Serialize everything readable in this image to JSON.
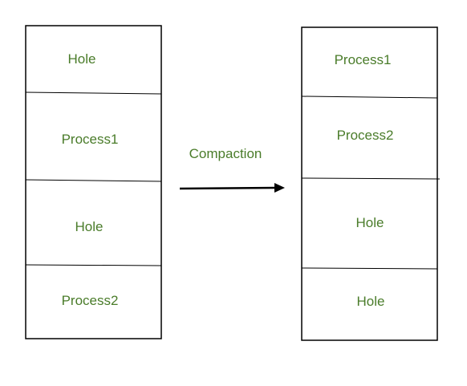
{
  "colors": {
    "text": "#4a7c2a",
    "border": "#000000",
    "background": "#ffffff"
  },
  "before": {
    "blocks": [
      "Hole",
      "Process1",
      "Hole",
      "Process2"
    ]
  },
  "after": {
    "blocks": [
      "Process1",
      "Process2",
      "Hole",
      "Hole"
    ]
  },
  "arrow": {
    "label": "Compaction",
    "icon": "right-arrow-icon"
  }
}
